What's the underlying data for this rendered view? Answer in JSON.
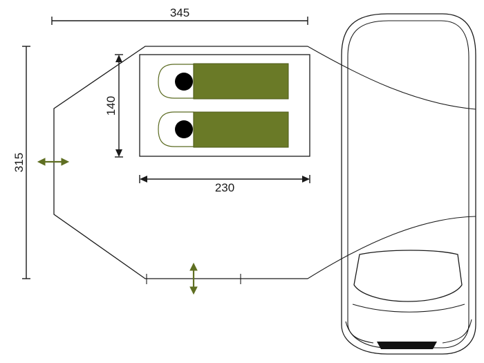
{
  "diagram": {
    "dimensions": {
      "awning_width": "345",
      "awning_depth": "315",
      "bedroom_depth": "140",
      "bedroom_width": "230"
    },
    "colors": {
      "accent_green": "#6a7a27",
      "line": "#1a1a1a"
    },
    "sleeping_places": 2,
    "icons": [
      "double-arrow-horizontal-icon",
      "double-arrow-vertical-icon",
      "person-head-icon",
      "van-icon"
    ]
  }
}
